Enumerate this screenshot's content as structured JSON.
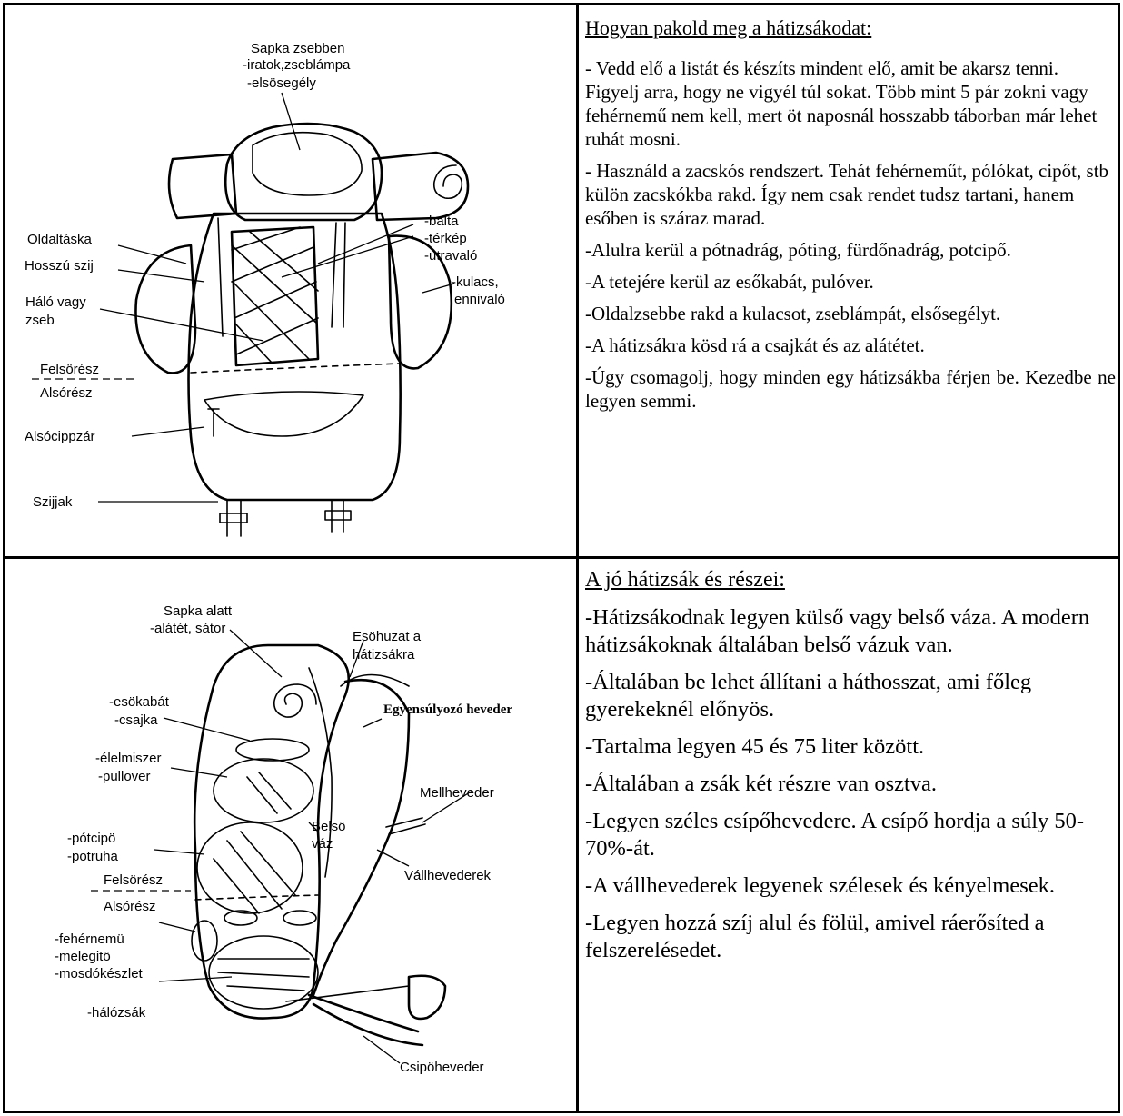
{
  "top": {
    "heading": "Hogyan pakold meg a hátizsákodat:",
    "paragraphs": [
      "- Vedd elő a listát és készíts mindent elő, amit be akarsz tenni. Figyelj arra, hogy ne vigyél túl sokat. Több mint 5 pár zokni vagy fehérnemű nem kell, mert öt naposnál hosszabb táborban már lehet ruhát mosni.",
      "- Használd a zacskós rendszert. Tehát fehérneműt, pólókat, cipőt, stb külön zacskókba rakd. Így nem csak rendet tudsz tartani, hanem esőben is száraz marad.",
      "-Alulra kerül a pótnadrág, póting, fürdőnadrág, potcipő.",
      "-A tetejére kerül az esőkabát, pulóver.",
      "-Oldalzsebbe rakd a kulacsot, zseblámpát, elsősegélyt.",
      "-A hátizsákra kösd rá a csajkát és az alátétet.",
      "-Úgy csomagolj, hogy minden egy hátizsákba férjen be. Kezedbe ne legyen semmi."
    ],
    "drawing_labels": {
      "cap_pocket": [
        "Sapka zsebben",
        "-iratok,zseblámpa",
        "-elsösegély"
      ],
      "side_bag": "Oldaltáska",
      "long_strap": "Hosszú szij",
      "net": [
        "Háló vagy",
        "zseb"
      ],
      "upper": "Felsörész",
      "lower": "Alsórész",
      "bottom_zip": "Alsócippzár",
      "straps": "Szijjak",
      "middle": [
        "-balta",
        "-térkép",
        "-utravaló"
      ],
      "bottle": [
        "-kulacs,",
        "ennivaló"
      ]
    }
  },
  "bottom": {
    "heading": "A jó hátizsák és részei:",
    "paragraphs": [
      "-Hátizsákodnak legyen külső vagy belső váza. A modern hátizsákoknak általában belső vázuk van.",
      "-Általában be lehet állítani a háthosszat, ami főleg gyerekeknél előnyös.",
      "-Tartalma legyen 45 és 75 liter között.",
      "-Általában a zsák két részre van osztva.",
      "-Legyen széles csípőhevedere. A csípő hordja a súly 50-70%-át.",
      "-A vállhevederek legyenek szélesek és kényelmesek.",
      "-Legyen hozzá szíj alul és fölül, amivel ráerősíted a felszerelésedet."
    ],
    "drawing_labels": {
      "under_cap": [
        "Sapka alatt",
        "-alátét, sátor"
      ],
      "rain_cover": [
        "Esöhuzat a",
        "hátizsákra"
      ],
      "balance": "Egyensúlyozó heveder",
      "raincoat": [
        "-esökabát",
        "-csajka"
      ],
      "food": [
        "-élelmiszer",
        "-pullover"
      ],
      "chest": "Mellheveder",
      "spare": [
        "-pótcipö",
        "-potruha"
      ],
      "frame": [
        "Belsö",
        "váz"
      ],
      "shoulder": "Vállhevederek",
      "upper": "Felsörész",
      "lower": "Alsórész",
      "underwear": [
        "-fehérnemü",
        "-melegitö",
        "-mosdókészlet"
      ],
      "sleeping": "-hálózsák",
      "hip": "Csipöheveder"
    }
  }
}
